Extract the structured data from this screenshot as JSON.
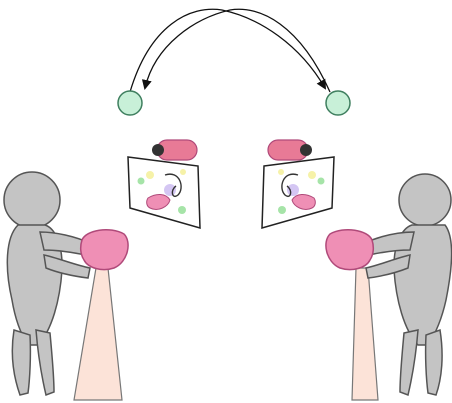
{
  "colors": {
    "node_fill": "#c8f0d8",
    "node_stroke": "#3f7f5f",
    "arrow": "#111111",
    "person_fill": "#c4c4c4",
    "person_stroke": "#555555",
    "pedestal_fill": "#fce3d8",
    "pedestal_stroke": "#777777",
    "hand_fill": "#ef8fb5",
    "hand_stroke": "#b04a7a",
    "camera_body": "#e87a96",
    "camera_lens": "#333333",
    "screen_fill": "#ffffff",
    "screen_stroke": "#222222",
    "screen_dot_yellow": "#f6f2a8",
    "screen_dot_green": "#a6e4a8",
    "screen_dot_purple": "#c9b8f0"
  },
  "icons": {
    "node": "circle-node-icon",
    "camera": "camera-icon",
    "screen": "screen-icon",
    "person": "person-icon",
    "pedestal": "pedestal-icon",
    "hand_device": "hand-device-icon"
  },
  "diagram": {
    "nodes": [
      "left-node",
      "right-node"
    ],
    "arrows": [
      {
        "from": "right-node",
        "to": "left-node"
      },
      {
        "from": "left-node",
        "to": "right-node"
      }
    ],
    "actors": [
      "left-user",
      "right-user"
    ]
  }
}
